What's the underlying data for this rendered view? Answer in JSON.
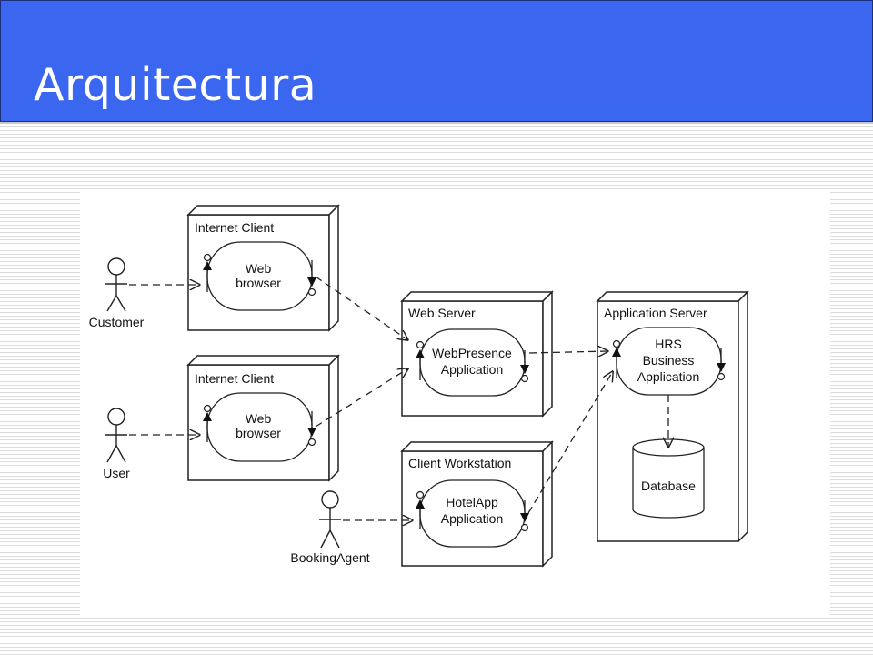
{
  "slide": {
    "title": "Arquitectura"
  },
  "diagram": {
    "nodes": {
      "internet_client_1": "Internet Client",
      "internet_client_2": "Internet Client",
      "web_server": "Web Server",
      "client_workstation": "Client Workstation",
      "application_server": "Application Server"
    },
    "components": {
      "web_browser_1": [
        "Web",
        "browser"
      ],
      "web_browser_2": [
        "Web",
        "browser"
      ],
      "webpresence_app": [
        "WebPresence",
        "Application"
      ],
      "hotelapp": [
        "HotelApp",
        "Application"
      ],
      "hrs_business_app": [
        "HRS",
        "Business",
        "Application"
      ]
    },
    "actors": {
      "customer": "Customer",
      "user": "User",
      "booking_agent": "BookingAgent"
    },
    "database": "Database"
  }
}
